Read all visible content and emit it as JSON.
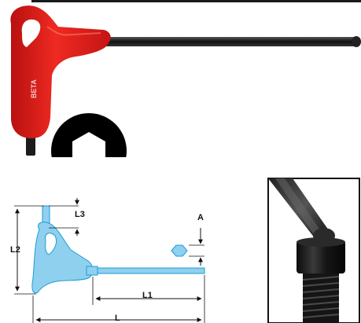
{
  "dimensions": {
    "a_label": "A",
    "l1_label": "L1",
    "l2_label": "L2",
    "l3_label": "L3",
    "l_label": "L"
  },
  "icons": {
    "hex_profile": "hexagon-socket-icon",
    "tool_photo": "t-handle-hex-key-icon",
    "drawing": "t-handle-dimension-drawing-icon",
    "detail": "ball-end-screw-detail-icon"
  },
  "colors": {
    "handle_red": "#e02020",
    "shaft_black": "#1a1a1a",
    "drawing_blue": "#8fd0ee",
    "drawing_blue_line": "#1e9bd6"
  }
}
